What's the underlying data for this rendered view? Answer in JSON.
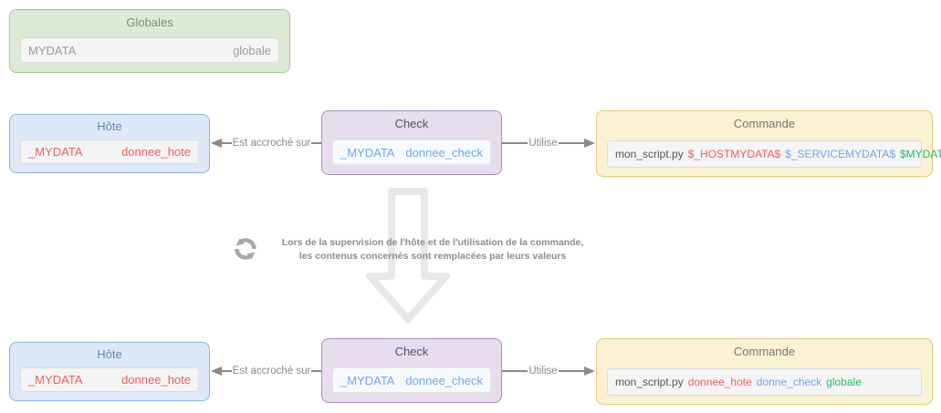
{
  "palette": {
    "globales_bg": "#dcead6",
    "globales_border": "#a2c89b",
    "globales_title_color": "#74936f",
    "hote_bg": "#dde9f8",
    "hote_border": "#8fb2e0",
    "hote_title_color": "#6286bc",
    "check_bg": "#e7ddee",
    "check_border": "#aa8fbc",
    "check_title_color": "#555555",
    "commande_bg": "#fbf2d4",
    "commande_border": "#e2c67c",
    "commande_title_color": "#777777",
    "field_bg": "#f5f5f5",
    "macro_host_color": "#ee5e5e",
    "macro_service_color": "#70a6ea",
    "macro_global_color": "#27b869",
    "link_color": "#8a8a8a",
    "big_arrow_color": "#e8e8e8",
    "note_color": "#8d8d8d"
  },
  "globales": {
    "title": "Globales",
    "field_name": "MYDATA",
    "field_value": "globale"
  },
  "before": {
    "hote": {
      "title": "Hôte",
      "field_name": "_MYDATA",
      "field_value": "donnee_hote"
    },
    "check": {
      "title": "Check",
      "field_name": "_MYDATA",
      "field_value": "donnee_check"
    },
    "commande": {
      "title": "Commande",
      "script": "mon_script.py",
      "host_macro": "$_HOSTMYDATA$",
      "service_macro": "$_SERVICEMYDATA$",
      "global_macro": "$MYDATA$"
    },
    "left_link_label": "Est accroché sur",
    "right_link_label": "Utilise"
  },
  "after": {
    "hote": {
      "title": "Hôte",
      "field_name": "_MYDATA",
      "field_value": "donnee_hote"
    },
    "check": {
      "title": "Check",
      "field_name": "_MYDATA",
      "field_value": "donnee_check"
    },
    "commande": {
      "title": "Commande",
      "script": "mon_script.py",
      "host_macro": "donnee_hote",
      "service_macro": "donne_check",
      "global_macro": "globale"
    },
    "left_link_label": "Est accroché sur",
    "right_link_label": "Utilise"
  },
  "transform_note": {
    "line1": "Lors de la supervision de l'hôte et de l'utilisation de la commande,",
    "line2": "les contenus concernés sont remplacées par leurs valeurs"
  }
}
